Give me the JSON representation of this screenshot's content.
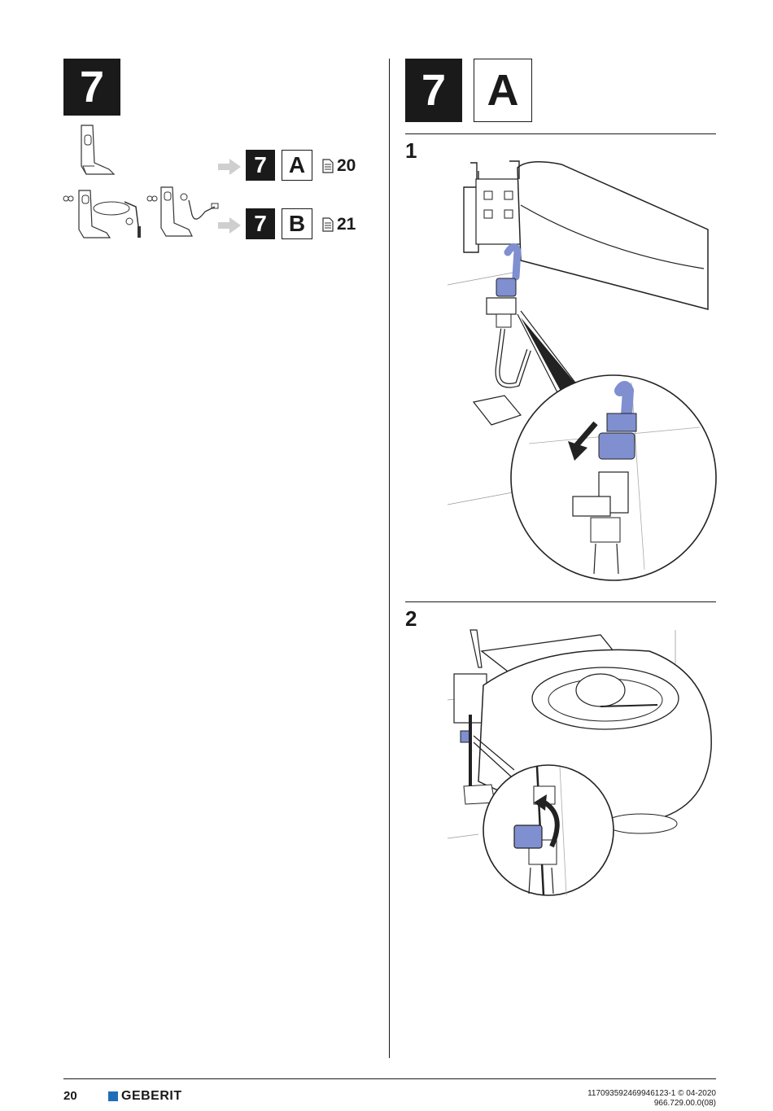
{
  "header": {
    "main_step": "7",
    "right_step": "7",
    "right_sub": "A"
  },
  "options": [
    {
      "step": "7",
      "sub": "A",
      "page": "20"
    },
    {
      "step": "7",
      "sub": "B",
      "page": "21"
    }
  ],
  "substeps": [
    {
      "number": "1"
    },
    {
      "number": "2"
    }
  ],
  "icons": {
    "arrow": "arrow-right-icon",
    "page_ref": "document-page-icon"
  },
  "colors": {
    "badge": "#1a1a1a",
    "highlight_blue": "#7f8fd0",
    "brand_blue": "#1f6fb8"
  },
  "footer": {
    "page_number": "20",
    "brand": "GEBERIT",
    "doc_id": "117093592469946123-1 © 04-2020",
    "doc_code": "966.729.00.0(08)"
  }
}
